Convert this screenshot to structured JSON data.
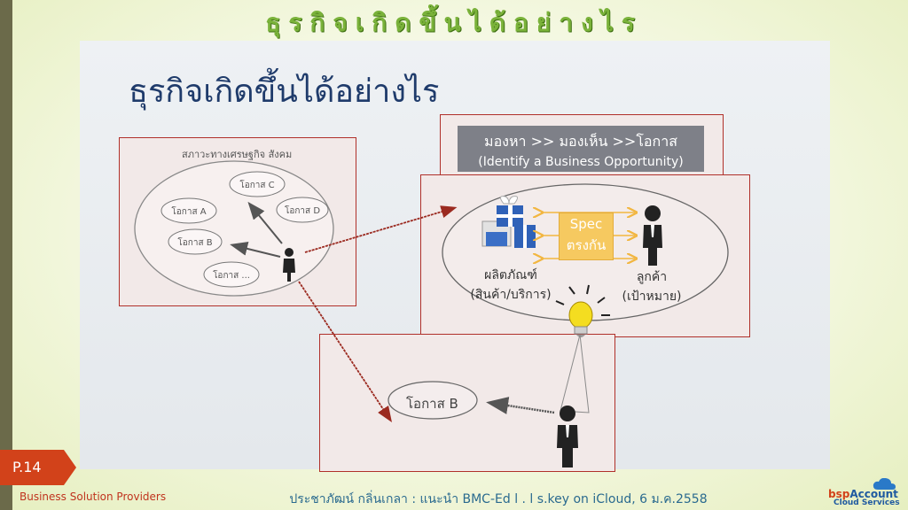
{
  "slide": {
    "header_title": "ธุรกิจเกิดขึ้นได้อย่างไร",
    "inner_title": "ธุรกิจเกิดขึ้นได้อย่างไร",
    "page_label": "P.14",
    "footer_left": "Business Solution Providers",
    "footer_center": "ประชาภัฒน์ กลิ่นเกลา : แนะนำ BMC-Ed l . l s.key on iCloud, 6 ม.ค.2558",
    "logo_bsp": "bsp",
    "logo_account": "Account",
    "logo_cloud": "Cloud Services"
  },
  "diagram": {
    "econ_label": "สภาวะทางเศรษฐกิจ สังคม",
    "opportunities": [
      "โอกาส C",
      "โอกาส A",
      "โอกาส D",
      "โอกาส B",
      "โอกาส ..."
    ],
    "banner_line1": "มองหา >> มองเห็น >>โอกาส",
    "banner_line2": "(Identify a Business Opportunity)",
    "spec_line1": "Spec",
    "spec_line2": "ตรงกัน",
    "product_line1": "ผลิตภัณฑ์",
    "product_line2": "(สินค้า/บริการ)",
    "customer_line1": "ลูกค้า",
    "customer_line2": "(เป้าหมาย)",
    "opportunity_b": "โอกาส B"
  },
  "colors": {
    "accent_green": "#7ab23a",
    "frame_red": "#b0302a",
    "tab_orange": "#d2421a",
    "title_blue": "#1f3b6b"
  }
}
